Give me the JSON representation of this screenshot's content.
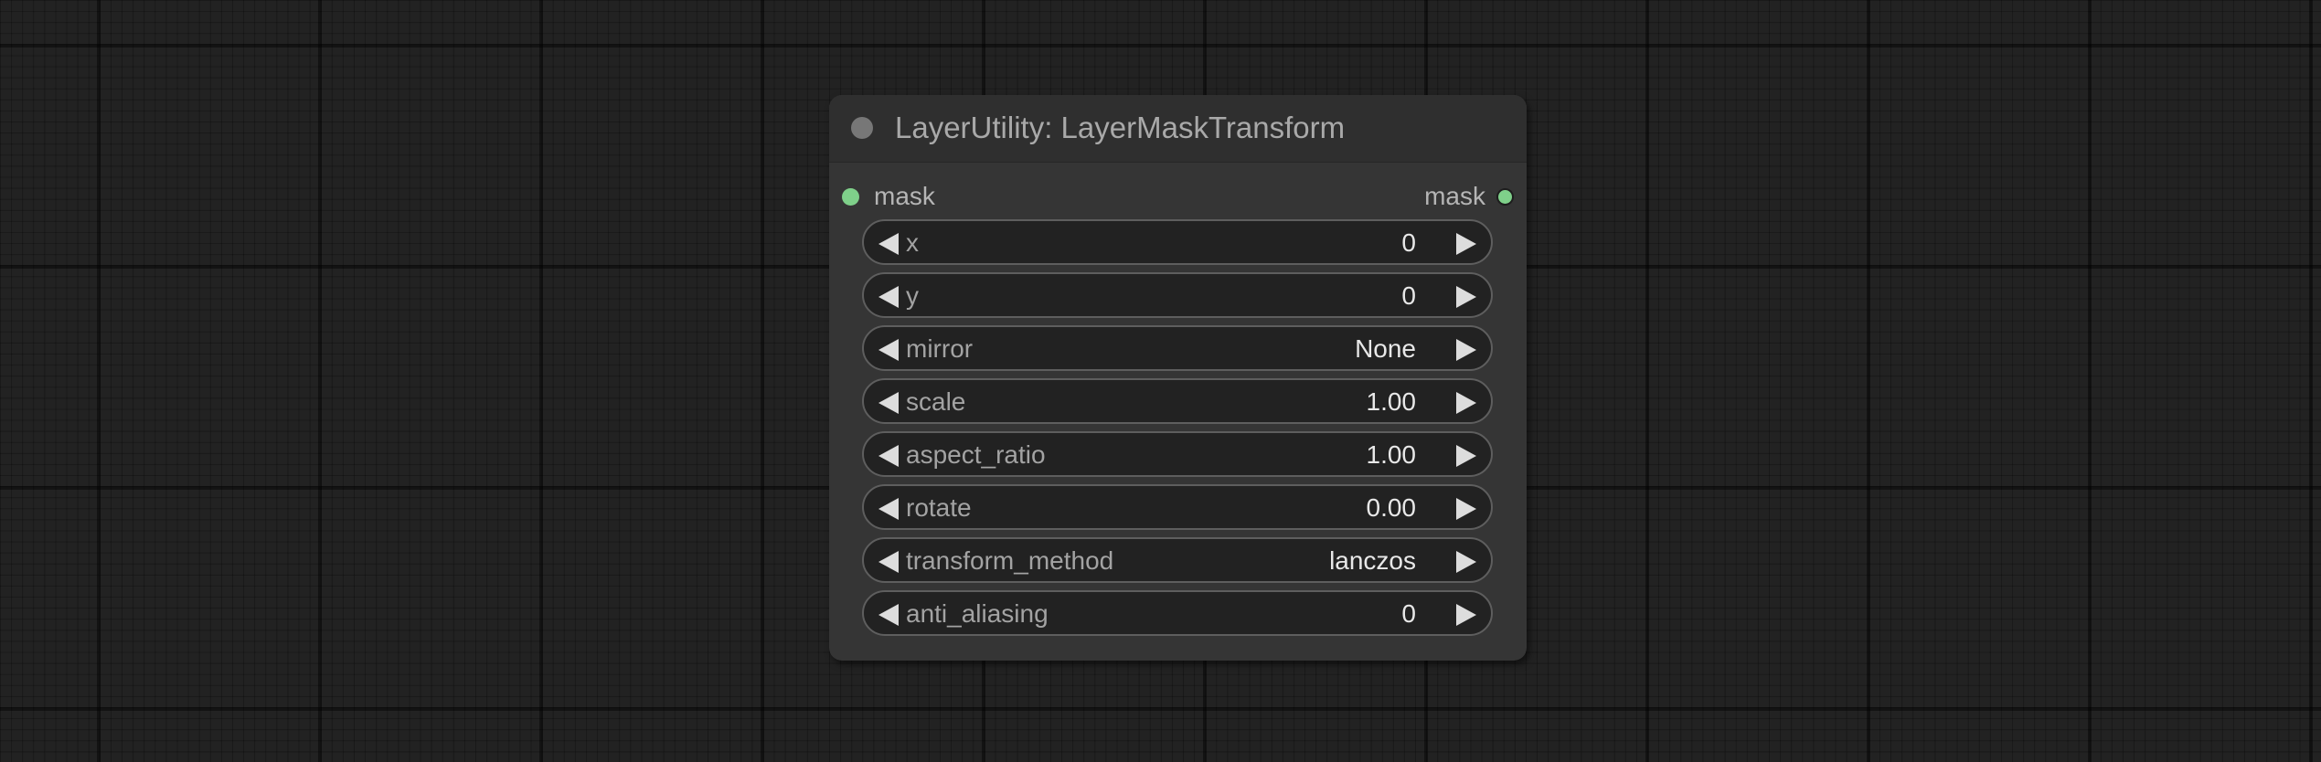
{
  "node": {
    "title": "LayerUtility: LayerMaskTransform",
    "input": {
      "label": "mask",
      "color": "#7fd08a"
    },
    "output": {
      "label": "mask",
      "color": "#7fd08a"
    },
    "widgets": [
      {
        "name": "x",
        "value": "0"
      },
      {
        "name": "y",
        "value": "0"
      },
      {
        "name": "mirror",
        "value": "None"
      },
      {
        "name": "scale",
        "value": "1.00"
      },
      {
        "name": "aspect_ratio",
        "value": "1.00"
      },
      {
        "name": "rotate",
        "value": "0.00"
      },
      {
        "name": "transform_method",
        "value": "lanczos"
      },
      {
        "name": "anti_aliasing",
        "value": "0"
      }
    ]
  },
  "icons": {
    "collapse": "circle-dot-icon",
    "decrement": "triangle-left-icon",
    "increment": "triangle-right-icon"
  },
  "colors": {
    "canvas_background": "#222222",
    "node_body": "#353535",
    "node_title_bar": "#2f2f2f",
    "widget_background": "#222222",
    "widget_border": "#5e5e5e",
    "slot_mask": "#7fd08a"
  }
}
